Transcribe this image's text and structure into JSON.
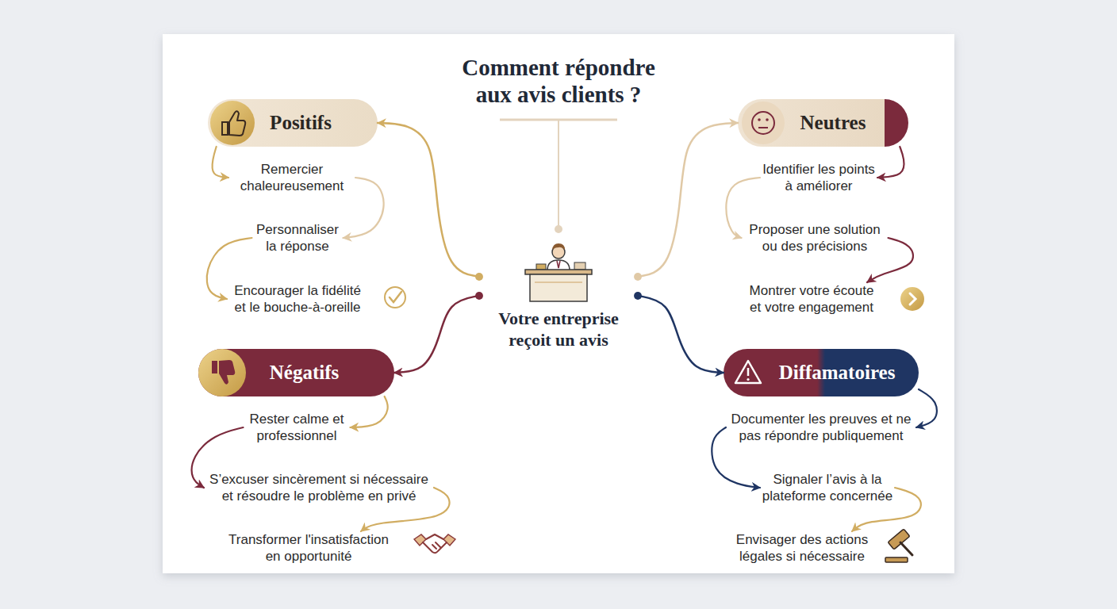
{
  "diagram": {
    "title": "Comment répondre aux avis clients ?",
    "nodes": [
      {
        "text": [
          "Votre entreprise reçoit un avis"
        ]
      },
      {
        "text": [
          "Positifs"
        ]
      },
      {
        "text": [
          "Remercier chaleureusement"
        ]
      },
      {
        "text": [
          "Personnaliser la réponse"
        ]
      },
      {
        "text": [
          "Encourager la fidélité et le bouche-à-oreille"
        ]
      },
      {
        "text": [
          "Neutres"
        ]
      },
      {
        "text": [
          "Identifier les points à améliorer"
        ]
      },
      {
        "text": [
          "Proposer une solution ou des précisions"
        ]
      },
      {
        "text": [
          "Montrer votre écoute et votre engagement"
        ]
      },
      {
        "text": [
          "Négatifs"
        ]
      },
      {
        "text": [
          "Rester calme et professionnel"
        ]
      },
      {
        "text": [
          "S’excuser sincèrement si nécessaire et résoudre le problème en privé"
        ]
      },
      {
        "text": [
          "Transformer l'insatisfaction en opportunité"
        ]
      },
      {
        "text": [
          "Diffamatoires"
        ]
      },
      {
        "text": [
          "Documenter les preuves et ne pas répondre publiquement"
        ]
      },
      {
        "text": [
          "Signaler l’avis à la plateforme concernée"
        ]
      },
      {
        "text": [
          "Envisager des actions légales si nécessaire"
        ]
      }
    ],
    "edges": [
      {
        "from": 0,
        "to": 1,
        "arrow": "to"
      },
      {
        "from": 0,
        "to": 5,
        "arrow": "to"
      },
      {
        "from": 0,
        "to": 9,
        "arrow": "to"
      },
      {
        "from": 0,
        "to": 13,
        "arrow": "to"
      },
      {
        "from": 1,
        "to": 2,
        "arrow": "to"
      },
      {
        "from": 2,
        "to": 3,
        "arrow": "to"
      },
      {
        "from": 3,
        "to": 4,
        "arrow": "to"
      },
      {
        "from": 5,
        "to": 6,
        "arrow": "to"
      },
      {
        "from": 6,
        "to": 7,
        "arrow": "to"
      },
      {
        "from": 7,
        "to": 8,
        "arrow": "to"
      },
      {
        "from": 9,
        "to": 10,
        "arrow": "to"
      },
      {
        "from": 10,
        "to": 11,
        "arrow": "to"
      },
      {
        "from": 11,
        "to": 12,
        "arrow": "to"
      },
      {
        "from": 13,
        "to": 14,
        "arrow": "to"
      },
      {
        "from": 14,
        "to": 15,
        "arrow": "to"
      },
      {
        "from": 15,
        "to": 16,
        "arrow": "to"
      }
    ]
  }
}
